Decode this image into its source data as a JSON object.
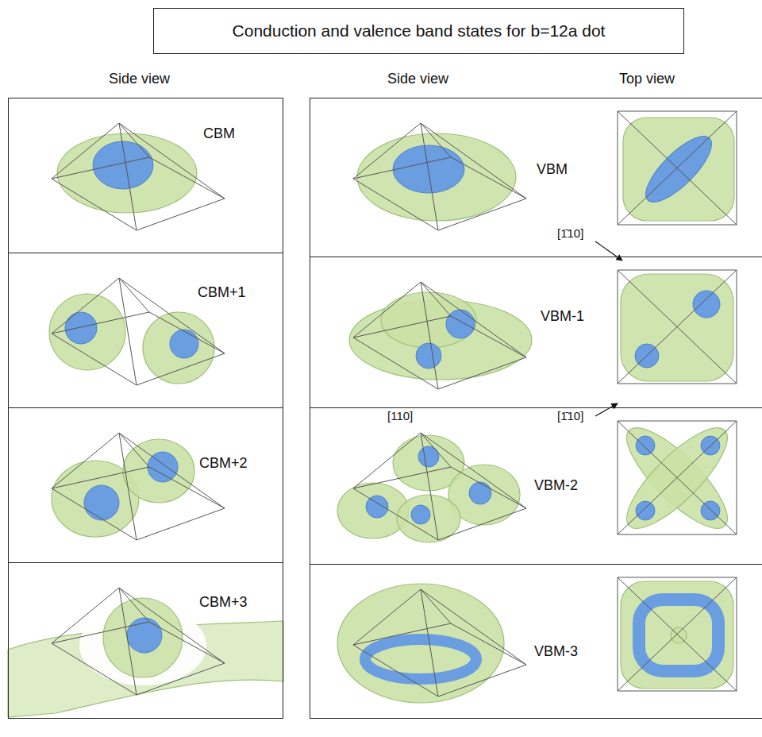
{
  "diagram": {
    "title": "Conduction and valence band states for b=12a dot",
    "nodes": [
      {
        "text": [
          "CBM"
        ]
      },
      {
        "text": [
          "VBM"
        ]
      },
      {
        "text": [
          "CBM+1"
        ]
      },
      {
        "text": [
          "VBM-1"
        ]
      },
      {
        "text": [
          "CBM+2"
        ]
      },
      {
        "text": [
          "VBM-2"
        ]
      },
      {
        "text": [
          "CBM+3"
        ]
      },
      {
        "text": [
          "VBM-3"
        ]
      }
    ],
    "labels": [
      "Side view",
      "Side view",
      "Top view",
      "[1̄10]",
      "[110]",
      "[1̄10]"
    ]
  }
}
